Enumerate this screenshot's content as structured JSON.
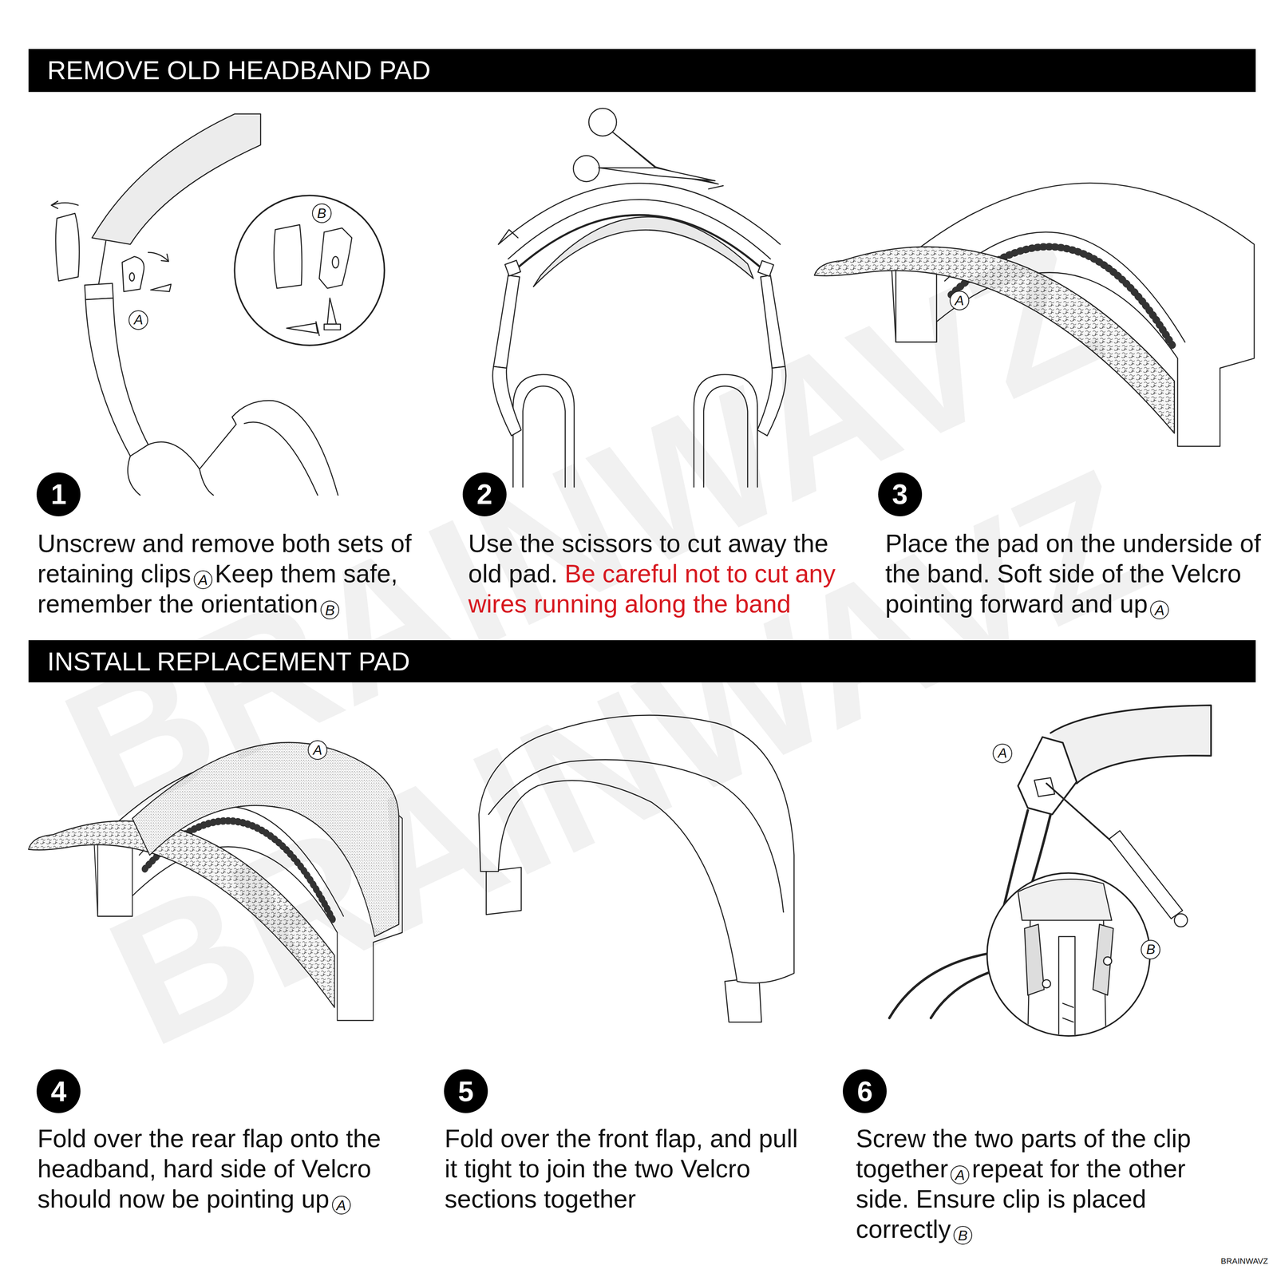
{
  "diagram": {
    "nodes": [
      {
        "text": [
          "REMOVE OLD HEADBAND PAD"
        ]
      },
      {
        "text": [
          "1"
        ]
      },
      {
        "text": [
          "2"
        ]
      },
      {
        "text": [
          "3"
        ]
      },
      {
        "text": [
          "INSTALL REPLACEMENT PAD"
        ]
      },
      {
        "text": [
          "4"
        ]
      },
      {
        "text": [
          "5"
        ]
      },
      {
        "text": [
          "6"
        ]
      }
    ],
    "labels": [
      "B",
      "A",
      "Unscrew and remove both sets of retaining clips",
      "A",
      "Keep them safe, remember the orientation",
      "B",
      "Use the scissors to cut away the old pad.",
      "Be careful not to cut any wires running along the band",
      "A",
      "Place the pad on the underside of the band. Soft side of the Velcro pointing forward and up",
      "A",
      "A",
      "A",
      "B",
      "Fold over the rear flap onto the headband, hard side of Velcro should now be pointing up",
      "A",
      "Fold over the front flap, and pull it tight to join the two Velcro sections together",
      "Screw the two parts of the clip together",
      "A",
      "repeat for the other side. Ensure clip is placed correctly",
      "B",
      "BRAINWAVZ",
      "BRAINWAVZ",
      "BRAINWAVZ"
    ]
  }
}
